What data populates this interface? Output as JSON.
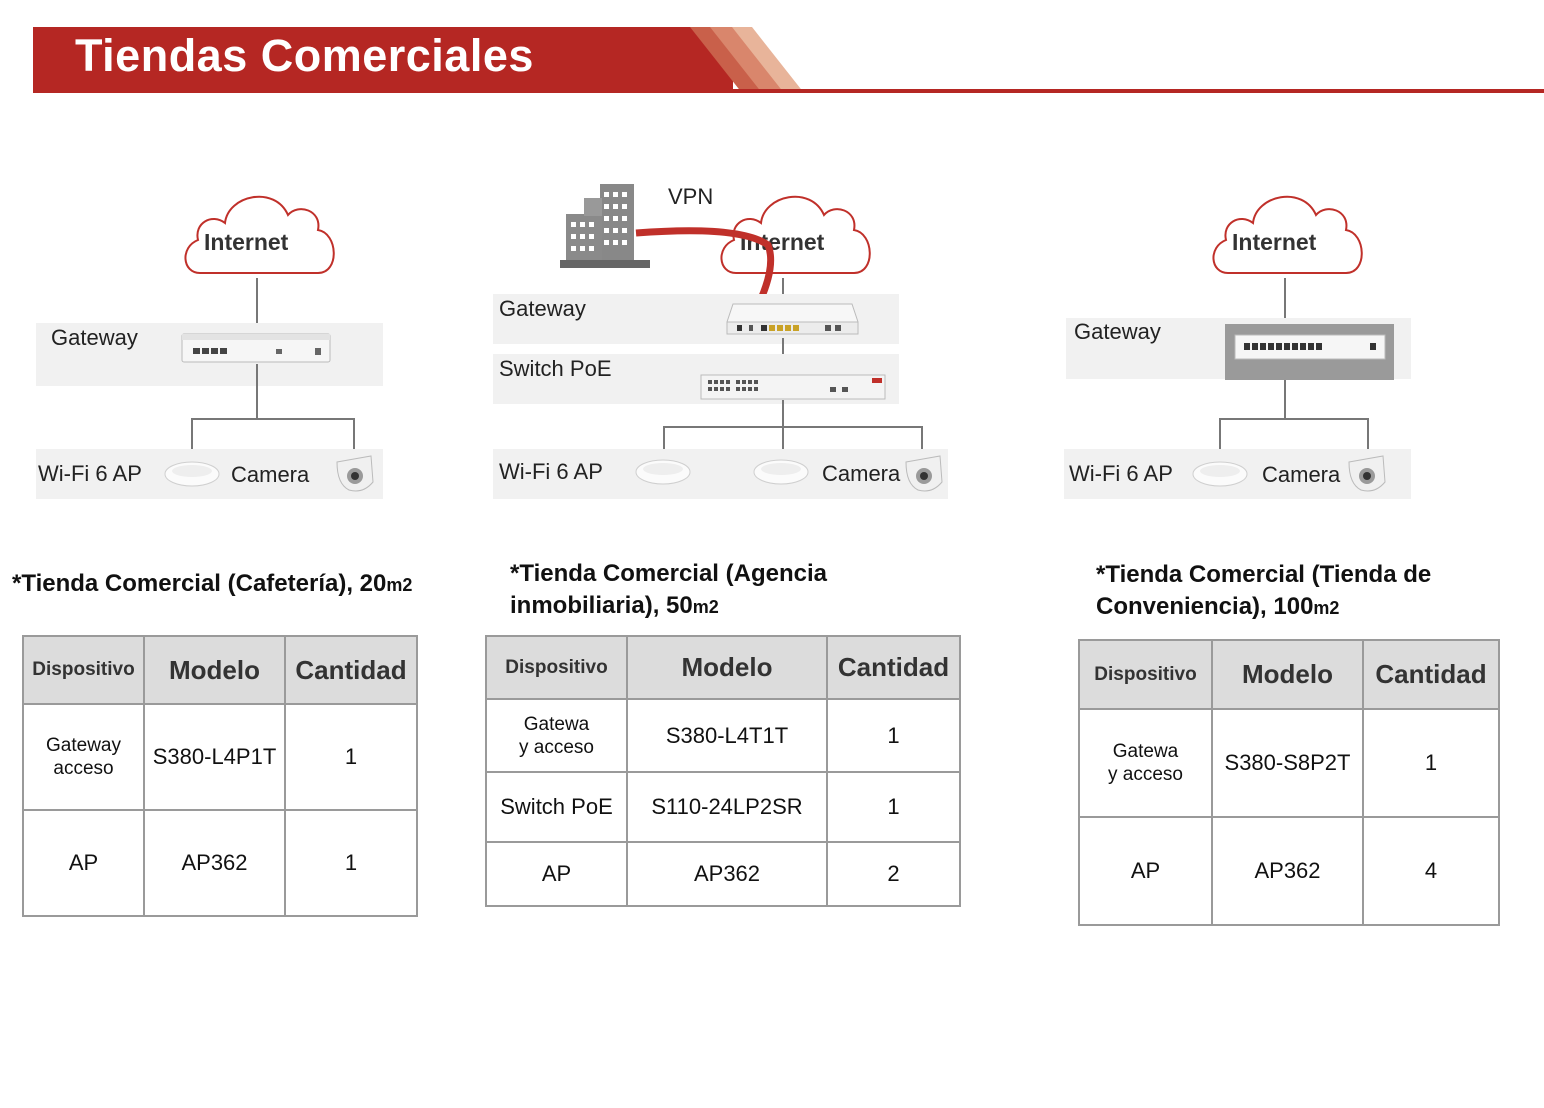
{
  "header": {
    "title": "Tiendas Comerciales",
    "accent": "#b52723"
  },
  "diagrams": [
    {
      "cloud": "Internet",
      "gateway_label": "Gateway",
      "ap_label": "Wi-Fi 6 AP",
      "camera_label": "Camera"
    },
    {
      "vpn_label": "VPN",
      "cloud": "Internet",
      "gateway_label": "Gateway",
      "switch_label": "Switch PoE",
      "ap_label": "Wi-Fi 6 AP",
      "camera_label": "Camera"
    },
    {
      "cloud": "Internet",
      "gateway_label": "Gateway",
      "ap_label": "Wi-Fi 6 AP",
      "camera_label": "Camera"
    }
  ],
  "stores": [
    {
      "caption": "*Tienda Comercial (Cafetería), 20",
      "unit": "m2",
      "headers": [
        "Dispositivo",
        "Modelo",
        "Cantidad"
      ],
      "rows": [
        {
          "device_l1": "Gateway",
          "device_l2": "acceso",
          "model": "S380-L4P1T",
          "qty": "1"
        },
        {
          "device_l1": "AP",
          "device_l2": "",
          "model": "AP362",
          "qty": "1"
        }
      ]
    },
    {
      "caption_l1": "*Tienda Comercial (Agencia",
      "caption_l2": "inmobiliaria), 50",
      "unit": "m2",
      "headers": [
        "Dispositivo",
        "Modelo",
        "Cantidad"
      ],
      "rows": [
        {
          "device_l1": "Gatewa",
          "device_l2": "y acceso",
          "model": "S380-L4T1T",
          "qty": "1"
        },
        {
          "device_l1": "Switch PoE",
          "device_l2": "",
          "model": "S110-24LP2SR",
          "qty": "1"
        },
        {
          "device_l1": "AP",
          "device_l2": "",
          "model": "AP362",
          "qty": "2"
        }
      ]
    },
    {
      "caption_l1": "*Tienda Comercial (Tienda de",
      "caption_l2": "Conveniencia), 100",
      "unit": "m2",
      "headers": [
        "Dispositivo",
        "Modelo",
        "Cantidad"
      ],
      "rows": [
        {
          "device_l1": "Gatewa",
          "device_l2": "y acceso",
          "model": "S380-S8P2T",
          "qty": "1"
        },
        {
          "device_l1": "AP",
          "device_l2": "",
          "model": "AP362",
          "qty": "4"
        }
      ]
    }
  ]
}
